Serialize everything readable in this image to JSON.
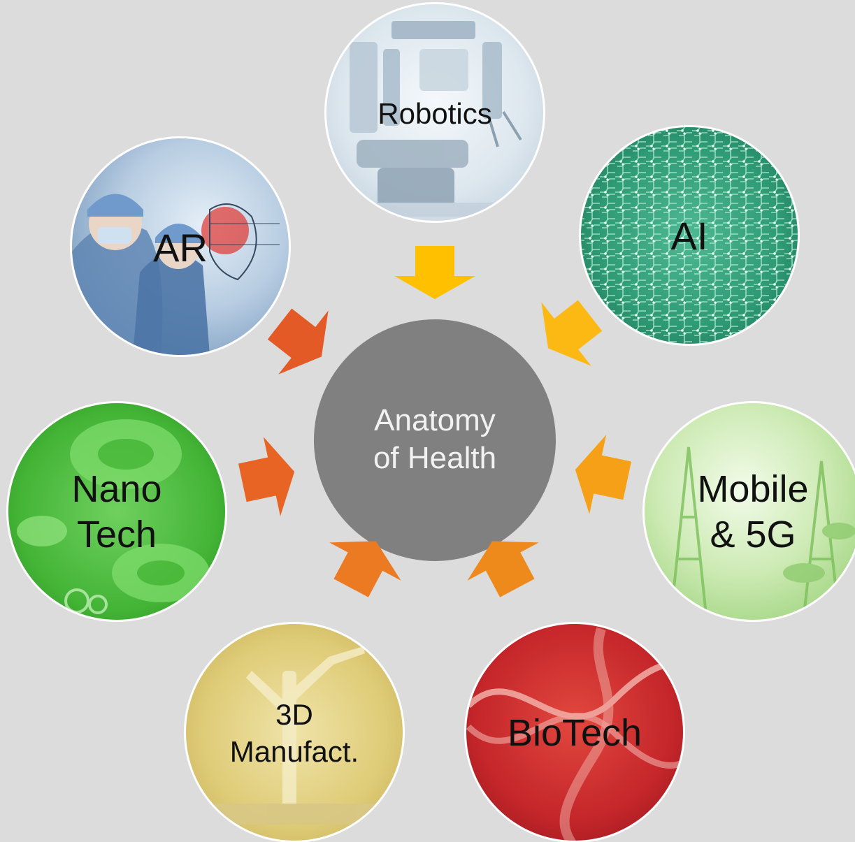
{
  "diagram": {
    "center": {
      "lines": [
        "Anatomy",
        "of Health"
      ],
      "color": "#808080"
    },
    "nodes": [
      {
        "id": "robotics",
        "lines": [
          "Robotics"
        ],
        "theme": "robot-arm",
        "arrow_color": "#ffc000"
      },
      {
        "id": "ai",
        "lines": [
          "AI"
        ],
        "theme": "circuit-board",
        "arrow_color": "#fdb913"
      },
      {
        "id": "mobile-5g",
        "lines": [
          "Mobile",
          "& 5G"
        ],
        "theme": "cell-towers",
        "arrow_color": "#f5a016"
      },
      {
        "id": "biotech",
        "lines": [
          "BioTech"
        ],
        "theme": "dna-helix",
        "arrow_color": "#ee8a1c"
      },
      {
        "id": "3d-manufact",
        "lines": [
          "3D",
          "Manufact."
        ],
        "theme": "printed-organ",
        "arrow_color": "#ec7a22"
      },
      {
        "id": "nano-tech",
        "lines": [
          "Nano",
          "Tech"
        ],
        "theme": "blood-cells",
        "arrow_color": "#e86424"
      },
      {
        "id": "ar",
        "lines": [
          "AR"
        ],
        "theme": "surgeons-hologram",
        "arrow_color": "#e35a26"
      }
    ]
  }
}
